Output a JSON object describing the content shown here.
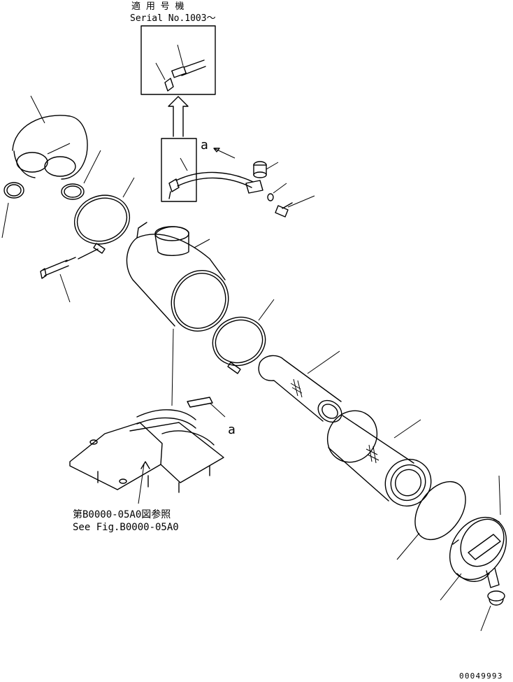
{
  "inset": {
    "title_jp": "適 用 号 機",
    "title_en": "Serial No.1003～"
  },
  "labels": {
    "ref_a_upper": "a",
    "ref_a_lower": "a",
    "see_fig_jp": "第B0000-05A0図参照",
    "see_fig_en": "See Fig.B0000-05A0",
    "drawing_number": "00049993"
  }
}
